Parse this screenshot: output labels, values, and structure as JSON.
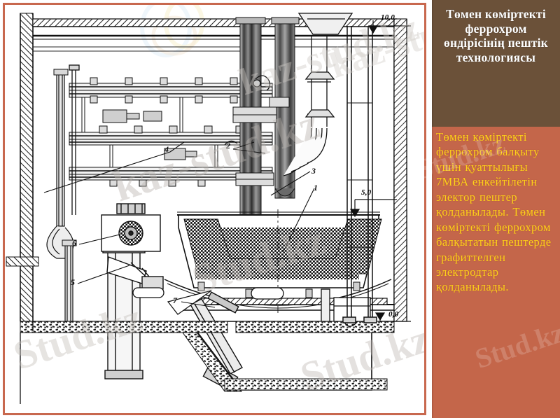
{
  "slide": {
    "frame_color": "#C8684E",
    "background": "#FFFFFF"
  },
  "panel": {
    "header_bg": "#6B5139",
    "body_bg": "#C4664A",
    "header_text_color": "#FFFFFF",
    "body_text_color": "#FFD21A",
    "title": "Төмен көміртекті феррохром өндірісінің пештік технологиясы",
    "body": "Төмен көміртекті феррохром балқыту үшін қуаттылығы 7МВА енкейтілетін электор пештер қолданылады. Төмен көміртекті феррохром балқытатын пештерде графиттелген электродтар қолданылады."
  },
  "diagram": {
    "title": "furnace-cross-section",
    "callouts": [
      {
        "id": "c1",
        "label": "1"
      },
      {
        "id": "c2",
        "label": "2"
      },
      {
        "id": "c3",
        "label": "3"
      },
      {
        "id": "c4",
        "label": "4"
      },
      {
        "id": "c5",
        "label": "5"
      },
      {
        "id": "c6",
        "label": "6"
      },
      {
        "id": "c7",
        "label": "7"
      }
    ],
    "elevations": [
      {
        "id": "e1",
        "label": "10,0"
      },
      {
        "id": "e2",
        "label": "5,0"
      },
      {
        "id": "e3",
        "label": "0,0"
      }
    ]
  },
  "watermarks": {
    "primary": "Stud.kz",
    "secondary": "kaz-stud.kz"
  }
}
